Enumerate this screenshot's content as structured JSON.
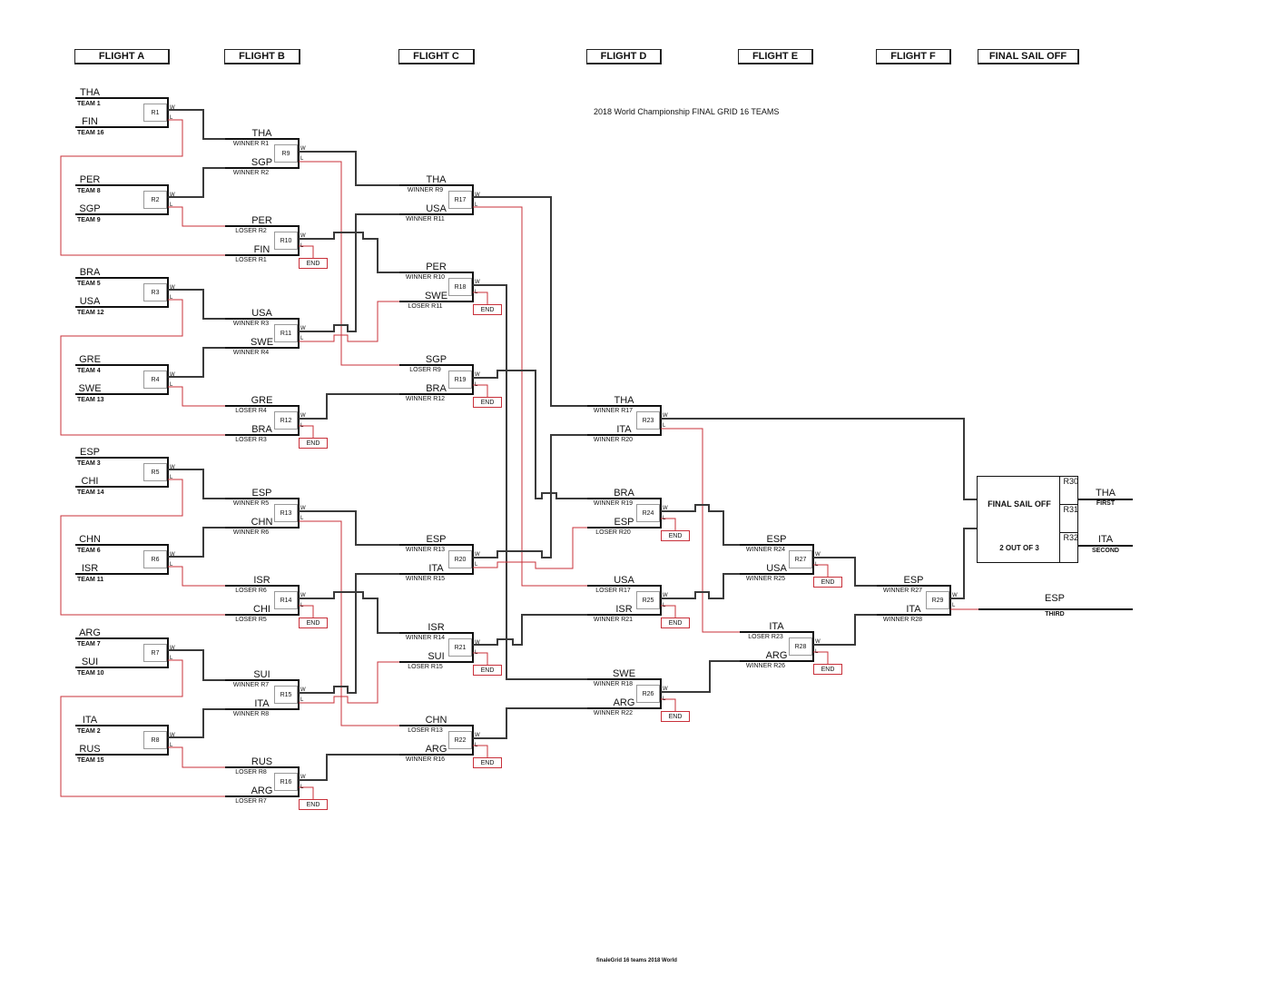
{
  "header": {
    "flights": [
      "FLIGHT A",
      "FLIGHT B",
      "FLIGHT C",
      "FLIGHT D",
      "FLIGHT E",
      "FLIGHT F",
      "FINAL SAIL OFF"
    ],
    "title": "2018 World Championship FINAL GRID 16 TEAMS",
    "footer": "finaleGrid 16 teams 2018 World"
  },
  "colors": {
    "winner_line": "#3a3a3a",
    "loser_line": "#c8303a",
    "box_border": "#999999"
  },
  "labels": {
    "w": "W",
    "l": "L",
    "end": "END"
  },
  "flight_a": [
    {
      "race": "R1",
      "top": {
        "team": "THA",
        "seed": "TEAM  1"
      },
      "bottom": {
        "team": "FIN",
        "seed": "TEAM  16"
      }
    },
    {
      "race": "R2",
      "top": {
        "team": "PER",
        "seed": "TEAM  8"
      },
      "bottom": {
        "team": "SGP",
        "seed": "TEAM  9"
      }
    },
    {
      "race": "R3",
      "top": {
        "team": "BRA",
        "seed": "TEAM  5"
      },
      "bottom": {
        "team": "USA",
        "seed": "TEAM  12"
      }
    },
    {
      "race": "R4",
      "top": {
        "team": "GRE",
        "seed": "TEAM  4"
      },
      "bottom": {
        "team": "SWE",
        "seed": "TEAM  13"
      }
    },
    {
      "race": "R5",
      "top": {
        "team": "ESP",
        "seed": "TEAM  3"
      },
      "bottom": {
        "team": "CHI",
        "seed": "TEAM  14"
      }
    },
    {
      "race": "R6",
      "top": {
        "team": "CHN",
        "seed": "TEAM  6"
      },
      "bottom": {
        "team": "ISR",
        "seed": "TEAM  11"
      }
    },
    {
      "race": "R7",
      "top": {
        "team": "ARG",
        "seed": "TEAM  7"
      },
      "bottom": {
        "team": "SUI",
        "seed": "TEAM  10"
      }
    },
    {
      "race": "R8",
      "top": {
        "team": "ITA",
        "seed": "TEAM  2"
      },
      "bottom": {
        "team": "RUS",
        "seed": "TEAM  15"
      }
    }
  ],
  "flight_b": [
    {
      "race": "R9",
      "top": {
        "team": "THA",
        "src": "WINNER R1"
      },
      "bottom": {
        "team": "SGP",
        "src": "WINNER R2"
      },
      "end": false
    },
    {
      "race": "R10",
      "top": {
        "team": "PER",
        "src": "LOSER R2"
      },
      "bottom": {
        "team": "FIN",
        "src": "LOSER R1"
      },
      "end": true
    },
    {
      "race": "R11",
      "top": {
        "team": "USA",
        "src": "WINNER R3"
      },
      "bottom": {
        "team": "SWE",
        "src": "WINNER R4"
      },
      "end": false
    },
    {
      "race": "R12",
      "top": {
        "team": "GRE",
        "src": "LOSER R4"
      },
      "bottom": {
        "team": "BRA",
        "src": "LOSER R3"
      },
      "end": true
    },
    {
      "race": "R13",
      "top": {
        "team": "ESP",
        "src": "WINNER R5"
      },
      "bottom": {
        "team": "CHN",
        "src": "WINNER R6"
      },
      "end": false
    },
    {
      "race": "R14",
      "top": {
        "team": "ISR",
        "src": "LOSER R6"
      },
      "bottom": {
        "team": "CHI",
        "src": "LOSER R5"
      },
      "end": true
    },
    {
      "race": "R15",
      "top": {
        "team": "SUI",
        "src": "WINNER R7"
      },
      "bottom": {
        "team": "ITA",
        "src": "WINNER R8"
      },
      "end": false
    },
    {
      "race": "R16",
      "top": {
        "team": "RUS",
        "src": "LOSER R8"
      },
      "bottom": {
        "team": "ARG",
        "src": "LOSER R7"
      },
      "end": true
    }
  ],
  "flight_c": [
    {
      "race": "R17",
      "top": {
        "team": "THA",
        "src": "WINNER R9"
      },
      "bottom": {
        "team": "USA",
        "src": "WINNER R11"
      },
      "end": false
    },
    {
      "race": "R18",
      "top": {
        "team": "PER",
        "src": "WINNER R10"
      },
      "bottom": {
        "team": "SWE",
        "src": "LOSER R11"
      },
      "end": true
    },
    {
      "race": "R19",
      "top": {
        "team": "SGP",
        "src": "LOSER R9"
      },
      "bottom": {
        "team": "BRA",
        "src": "WINNER R12"
      },
      "end": true
    },
    {
      "race": "R20",
      "top": {
        "team": "ESP",
        "src": "WINNER R13"
      },
      "bottom": {
        "team": "ITA",
        "src": "WINNER R15"
      },
      "end": false
    },
    {
      "race": "R21",
      "top": {
        "team": "ISR",
        "src": "WINNER R14"
      },
      "bottom": {
        "team": "SUI",
        "src": "LOSER R15"
      },
      "end": true
    },
    {
      "race": "R22",
      "top": {
        "team": "CHN",
        "src": "LOSER R13"
      },
      "bottom": {
        "team": "ARG",
        "src": "WINNER R16"
      },
      "end": true
    }
  ],
  "flight_d": [
    {
      "race": "R23",
      "top": {
        "team": "THA",
        "src": "WINNER R17"
      },
      "bottom": {
        "team": "ITA",
        "src": "WINNER R20"
      },
      "end": false
    },
    {
      "race": "R24",
      "top": {
        "team": "BRA",
        "src": "WINNER R19"
      },
      "bottom": {
        "team": "ESP",
        "src": "LOSER R20"
      },
      "end": true
    },
    {
      "race": "R25",
      "top": {
        "team": "USA",
        "src": "LOSER R17"
      },
      "bottom": {
        "team": "ISR",
        "src": "WINNER R21"
      },
      "end": true
    },
    {
      "race": "R26",
      "top": {
        "team": "SWE",
        "src": "WINNER R18"
      },
      "bottom": {
        "team": "ARG",
        "src": "WINNER R22"
      },
      "end": true
    }
  ],
  "flight_e": [
    {
      "race": "R27",
      "top": {
        "team": "ESP",
        "src": "WINNER R24"
      },
      "bottom": {
        "team": "USA",
        "src": "WINNER R25"
      },
      "end": true
    },
    {
      "race": "R28",
      "top": {
        "team": "ITA",
        "src": "LOSER R23"
      },
      "bottom": {
        "team": "ARG",
        "src": "WINNER R26"
      },
      "end": true
    }
  ],
  "flight_f": [
    {
      "race": "R29",
      "top": {
        "team": "ESP",
        "src": "WINNER R27"
      },
      "bottom": {
        "team": "ITA",
        "src": "WINNER R28"
      },
      "end": false
    }
  ],
  "final": {
    "label": "FINAL SAIL OFF",
    "format": "2 OUT OF 3",
    "races": [
      "R30",
      "R31",
      "R32"
    ],
    "results": [
      {
        "team": "THA",
        "place": "FIRST"
      },
      {
        "team": "ITA",
        "place": "SECOND"
      },
      {
        "team": "ESP",
        "place": "THIRD"
      }
    ]
  }
}
